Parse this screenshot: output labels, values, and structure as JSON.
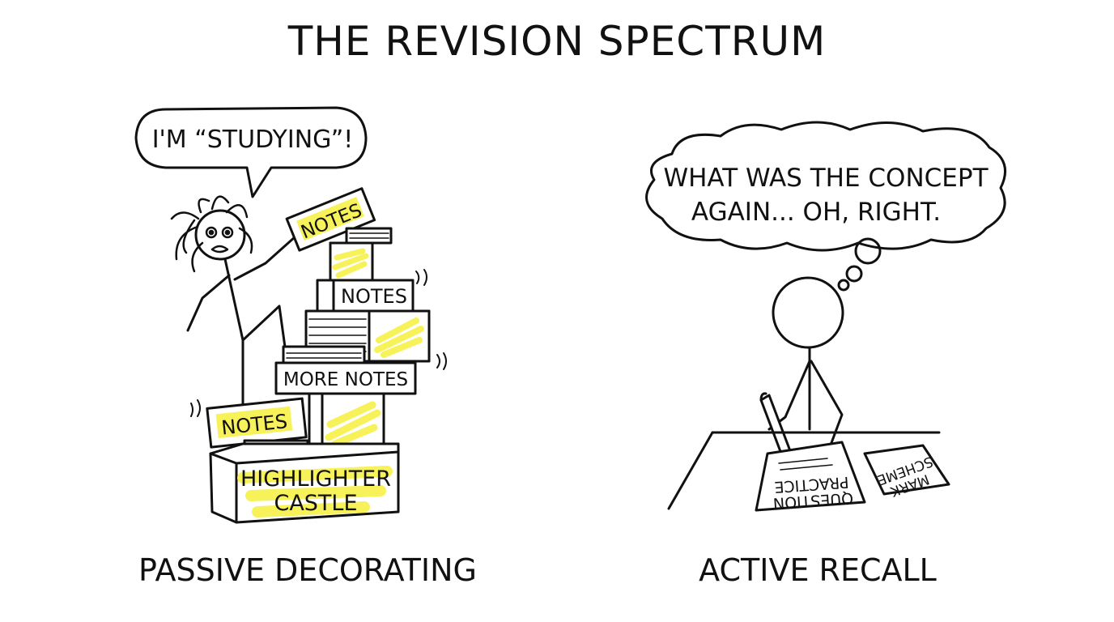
{
  "title": "THE REVISION SPECTRUM",
  "left_panel": {
    "speech_bubble": "I'M “STUDYING”!",
    "labels": {
      "notes_sign": "NOTES",
      "notes_box": "NOTES",
      "more_notes": "MORE NOTES",
      "notes_bottom": "NOTES",
      "castle_line1": "HIGHLIGHTER",
      "castle_line2": "CASTLE"
    },
    "caption": "PASSIVE DECORATING"
  },
  "right_panel": {
    "thought_line1": "WHAT WAS THE CONCEPT",
    "thought_line2": "AGAIN... OH, RIGHT.",
    "paper_line1": "PRACTICE",
    "paper_line2": "QUESTION",
    "scheme_line1": "MARK",
    "scheme_line2": "SCHEME",
    "caption": "ACTIVE RECALL"
  },
  "colors": {
    "ink": "#111111",
    "highlight": "#f7f25a"
  }
}
